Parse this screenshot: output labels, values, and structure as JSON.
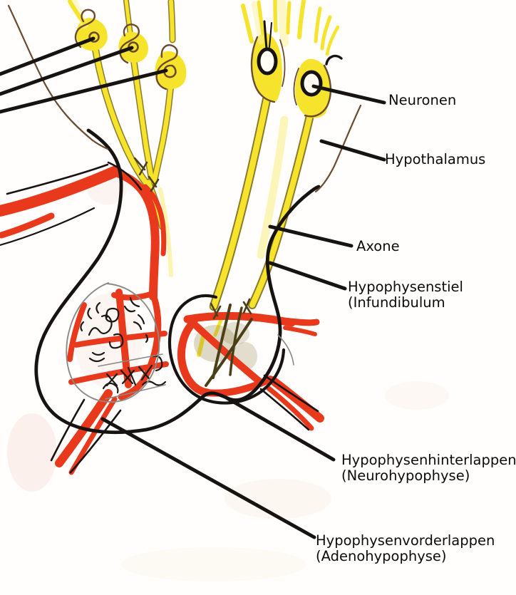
{
  "diagram": {
    "labels": {
      "neuronen": "Neuronen",
      "hypothalamus": "Hypothalamus",
      "axone": "Axone",
      "hypophysenstiel_line1": "Hypophysenstiel",
      "hypophysenstiel_line2": "(Infundibulum",
      "hinterlappen_line1": "Hypophysenhinterlappen",
      "hinterlappen_line2": "(Neurohypophyse)",
      "vorderlappen_line1": "Hypophysenvorderlappen",
      "vorderlappen_line2": "(Adenohypophyse)"
    },
    "colors": {
      "axon_yellow": "#f6e42c",
      "axon_pale": "#fbf2a2",
      "axon_outline": "#8a7a2e",
      "axon_dark": "#4a3f16",
      "vessel_red": "#e8391c",
      "line_black": "#171310",
      "sketch_brown": "#6b4a30",
      "pencil_gray": "#8a8a85",
      "khaki_wash": "#8a7b3a",
      "pink_wash": "#f3d6cc",
      "cream_wash": "#f9efdf",
      "label_text": "#0d0b0a",
      "paper": "#fffefd"
    }
  }
}
